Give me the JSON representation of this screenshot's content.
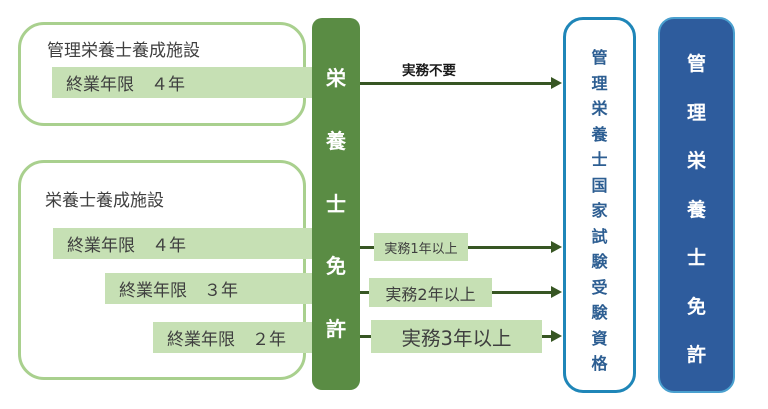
{
  "left_boxes": {
    "kanri": {
      "title": "管理栄養士養成施設",
      "year_bar": "終業年限　４年"
    },
    "eiyoushi": {
      "title": "栄養士養成施設",
      "year_bars": [
        "終業年限　４年",
        "終業年限　３年",
        "終業年限　２年"
      ]
    }
  },
  "license_column": {
    "label": "栄養士免許"
  },
  "arrows": [
    {
      "label": "実務不要"
    },
    {
      "label": "実務1年以上"
    },
    {
      "label": "実務2年以上"
    },
    {
      "label": "実務3年以上"
    }
  ],
  "exam_box": {
    "label": "管理栄養士国家試験受験資格"
  },
  "final_license_box": {
    "label": "管理栄養士免許"
  },
  "colors": {
    "column_green": "#5a8c44",
    "bar_light_green": "#c6e0b4",
    "box_border_green": "#a9d08e",
    "arrow_dark_green": "#375623",
    "exam_border_blue": "#1f86b8",
    "exam_text_blue": "#2d5e92",
    "license_fill_blue": "#2e5c9d",
    "text_dark": "#3f3f3f"
  }
}
